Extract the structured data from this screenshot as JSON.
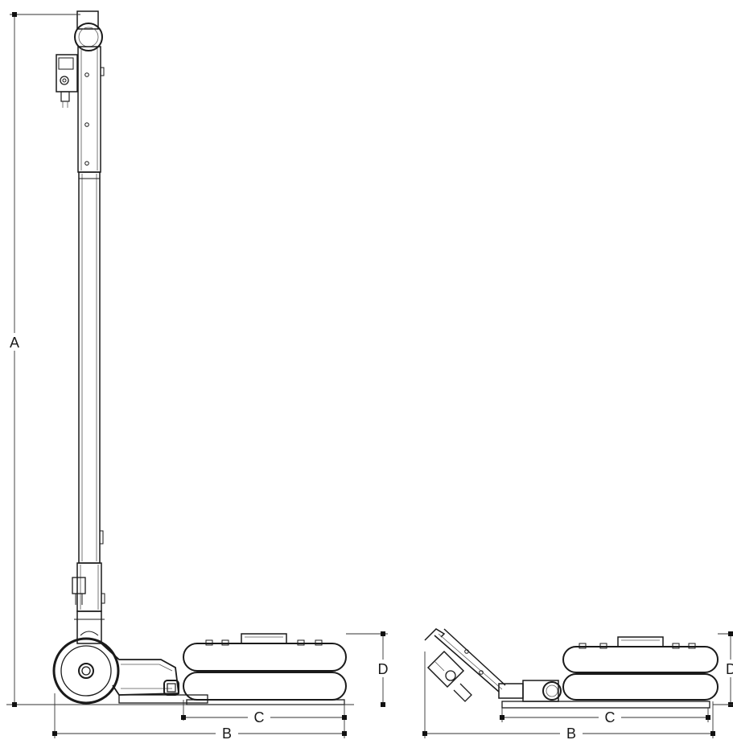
{
  "dimensions": {
    "a": "A",
    "b_left": "B",
    "c_left": "C",
    "d_left": "D",
    "b_right": "B",
    "c_right": "C",
    "d_right": "D"
  },
  "colors": {
    "line": "#1a1a1a",
    "background": "#ffffff"
  }
}
